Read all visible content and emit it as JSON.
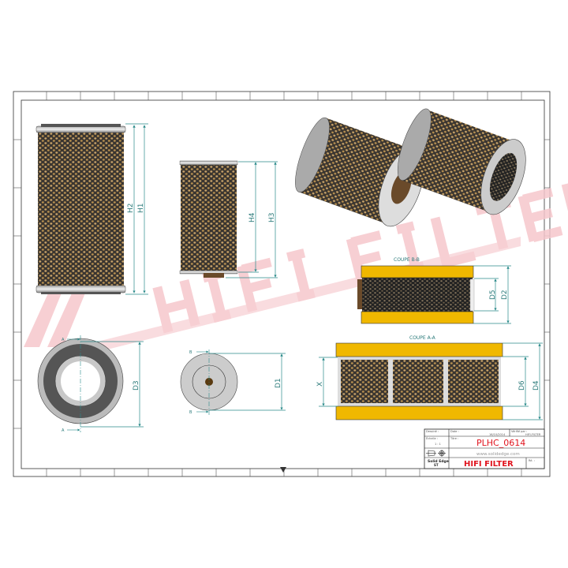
{
  "watermark": "HIFI FILTER",
  "views": {
    "section_bb_label": "COUPE B-B",
    "section_aa_label": "COUPE A-A",
    "cut_a": "A",
    "cut_b": "B"
  },
  "dimensions": {
    "h1": "H1",
    "h2": "H2",
    "h3": "H3",
    "h4": "H4",
    "d1": "D1",
    "d2": "D2",
    "d3": "D3",
    "d4": "D4",
    "d5": "D5",
    "d6": "D6",
    "x": "X"
  },
  "title_block": {
    "drawn_label": "Dessiné :",
    "date_label": "Date :",
    "date_value": "16/10/2014",
    "checked_label": "Vérifié par :",
    "checked_value": "HIFI-FILTER",
    "scale_label": "Échelle :",
    "scale_value": "1 : 1",
    "title_label": "Titre :",
    "part_number": "PLHC_0614",
    "website": "www.solidedge.com",
    "software": "Solid Edge",
    "software_sub": "ST",
    "company": "HIFI FILTER",
    "sheet_label": "Ré. :"
  },
  "colors": {
    "dimension": "#2a8a8a",
    "cap_yellow": "#f0b800",
    "brand_red": "#e0141e",
    "watermark": "#f6c7cc"
  }
}
